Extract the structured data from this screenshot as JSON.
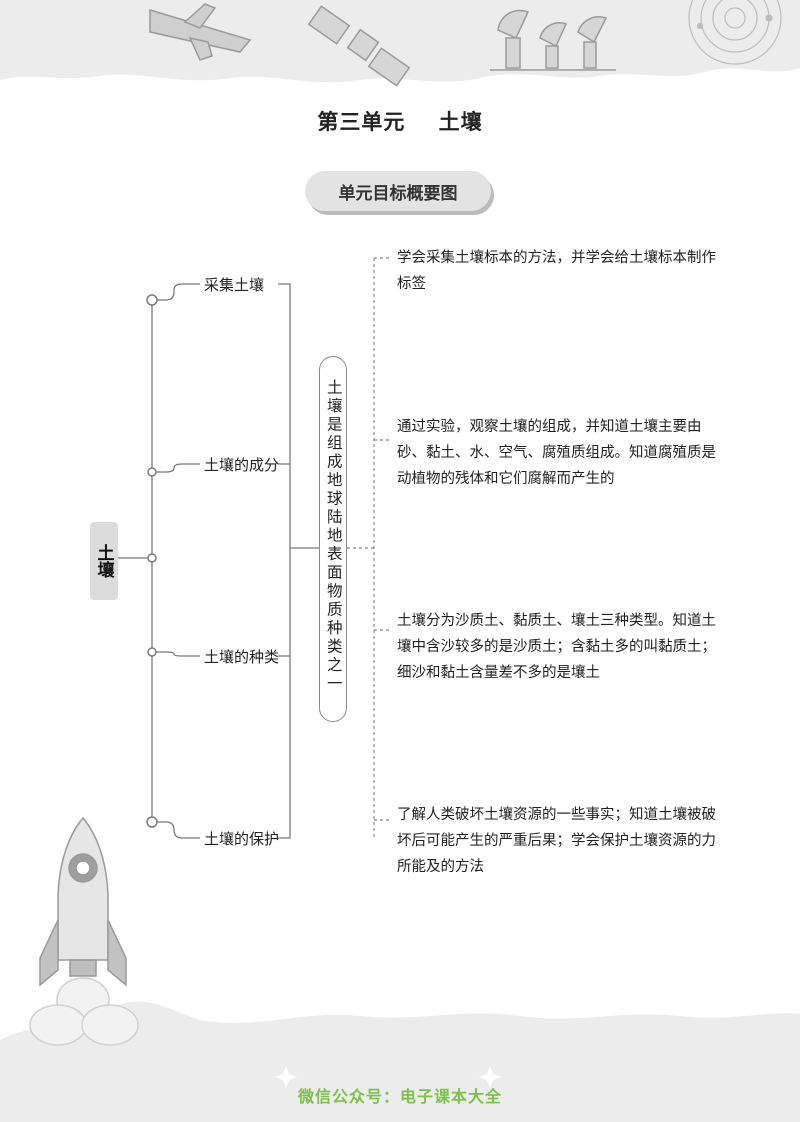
{
  "page": {
    "title": "第三单元    土壤",
    "section_heading": "单元目标概要图",
    "footer": "微信公众号：电子课本大全"
  },
  "mindmap": {
    "root": "土壤",
    "central": "土壤是组成地球陆地表面物质种类之一",
    "branches": [
      {
        "label": "采集土壤",
        "description": "学会采集土壤标本的方法，并学会给土壤标本制作标签"
      },
      {
        "label": "土壤的成分",
        "description": "通过实验，观察土壤的组成，并知道土壤主要由砂、黏土、水、空气、腐殖质组成。知道腐殖质是动植物的残体和它们腐解而产生的"
      },
      {
        "label": "土壤的种类",
        "description": "土壤分为沙质土、黏质土、壤土三种类型。知道土壤中含沙较多的是沙质土；含黏土多的叫黏质土；细沙和黏土含量差不多的是壤土"
      },
      {
        "label": "土壤的保护",
        "description": "了解人类破坏土壤资源的一些事实；知道土壤被破坏后可能产生的严重后果；学会保护土壤资源的力所能及的方法"
      }
    ]
  },
  "colors": {
    "footer_text": "#7cc04a",
    "decoration_gray": "#d9d9d9"
  }
}
